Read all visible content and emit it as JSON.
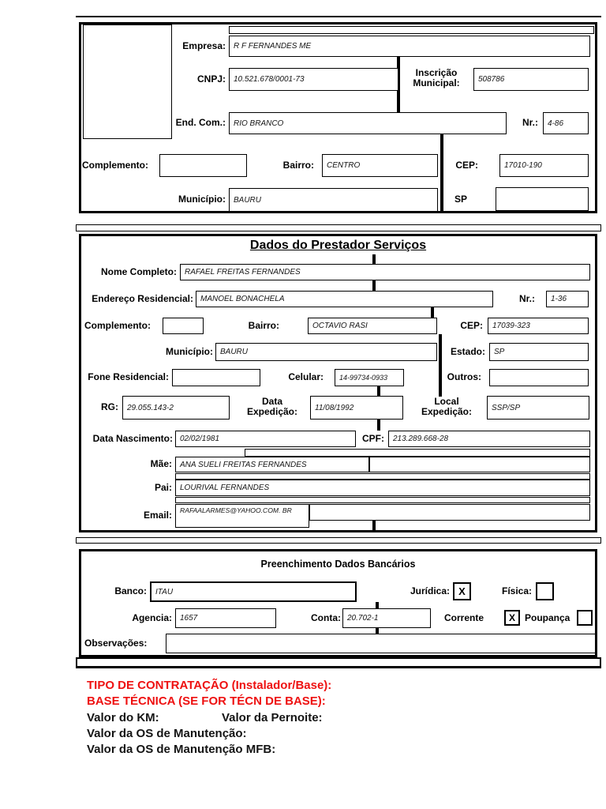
{
  "colors": {
    "red": "#ee1111",
    "ink": "#000000"
  },
  "company": {
    "empresa_label": "Empresa:",
    "empresa_value": "R F FERNANDES ME",
    "cnpj_label": "CNPJ:",
    "cnpj_value": "10.521.678/0001-73",
    "inscricao_label": "Inscrição Municipal:",
    "inscricao_value": "508786",
    "end_com_label": "End. Com.:",
    "end_com_value": "RIO BRANCO",
    "nr_label": "Nr.:",
    "nr_value": "4-86",
    "complemento_label": "Complemento:",
    "complemento_value": "",
    "bairro_label": "Bairro:",
    "bairro_value": "CENTRO",
    "cep_label": "CEP:",
    "cep_value": "17010-190",
    "municipio_label": "Município:",
    "municipio_value": "BAURU",
    "estado_label": "SP",
    "estado_value": ""
  },
  "prestador": {
    "title": "Dados do Prestador Serviços",
    "nome_label": "Nome Completo:",
    "nome_value": "RAFAEL FREITAS FERNANDES",
    "endereco_label": "Endereço Residencial:",
    "endereco_value": "MANOEL BONACHELA",
    "nr_label": "Nr.:",
    "nr_value": "1-36",
    "complemento_label": "Complemento:",
    "complemento_value": "",
    "bairro_label": "Bairro:",
    "bairro_value": "OCTAVIO RASI",
    "cep_label": "CEP:",
    "cep_value": "17039-323",
    "municipio_label": "Município:",
    "municipio_value": "BAURU",
    "estado_label": "Estado:",
    "estado_value": "SP",
    "fone_label": "Fone Residencial:",
    "fone_value": "",
    "celular_label": "Celular:",
    "celular_value": "14-99734-0933",
    "outros_label": "Outros:",
    "outros_value": "",
    "rg_label": "RG:",
    "rg_value": "29.055.143-2",
    "data_exp_label": "Data Expedição:",
    "data_exp_value": "11/08/1992",
    "local_exp_label": "Local Expedição:",
    "local_exp_value": "SSP/SP",
    "data_nasc_label": "Data Nascimento:",
    "data_nasc_value": "02/02/1981",
    "cpf_label": "CPF:",
    "cpf_value": "213.289.668-28",
    "mae_label": "Mãe:",
    "mae_value": "ANA SUELI FREITAS FERNANDES",
    "pai_label": "Pai:",
    "pai_value": "LOURIVAL FERNANDES",
    "email_label": "Email:",
    "email_value": "RAFAALARMES@YAHOO.COM. BR"
  },
  "bancario": {
    "title": "Preenchimento Dados Bancários",
    "banco_label": "Banco:",
    "banco_value": "ITAU",
    "juridica_label": "Jurídica:",
    "juridica_checked": "X",
    "fisica_label": "Física:",
    "fisica_checked": "",
    "agencia_label": "Agencia:",
    "agencia_value": "1657",
    "conta_label": "Conta:",
    "conta_value": "20.702-1",
    "corrente_label": "Corrente",
    "corrente_checked": "X",
    "poupanca_label": "Poupança",
    "poupanca_checked": "",
    "observacoes_label": "Observações:",
    "observacoes_value": ""
  },
  "footer": {
    "line1": "TIPO DE CONTRATAÇÃO (Instalador/Base):",
    "line2": "BASE TÉCNICA (SE FOR TÉCN DE BASE):",
    "line3a": "Valor do KM:",
    "line3b": "Valor da Pernoite:",
    "line4": "Valor da OS de Manutenção:",
    "line5": "Valor da OS de Manutenção MFB:"
  }
}
